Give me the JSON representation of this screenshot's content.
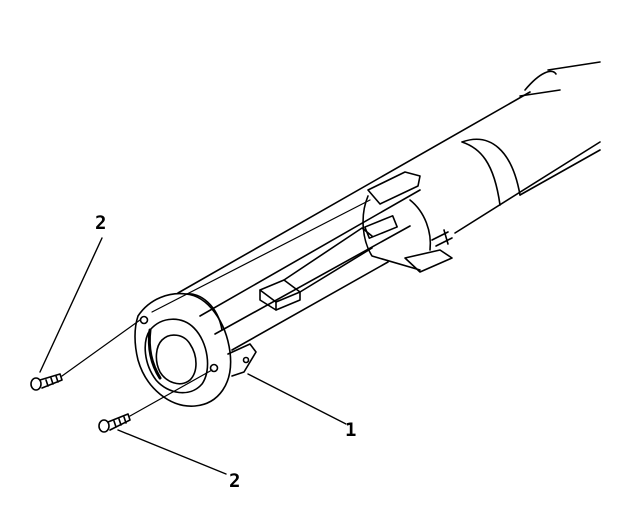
{
  "callouts": {
    "part_1": "1",
    "part_2_top": "2",
    "part_2_bottom": "2"
  },
  "colors": {
    "ink": "#000000",
    "paper": "#ffffff"
  }
}
